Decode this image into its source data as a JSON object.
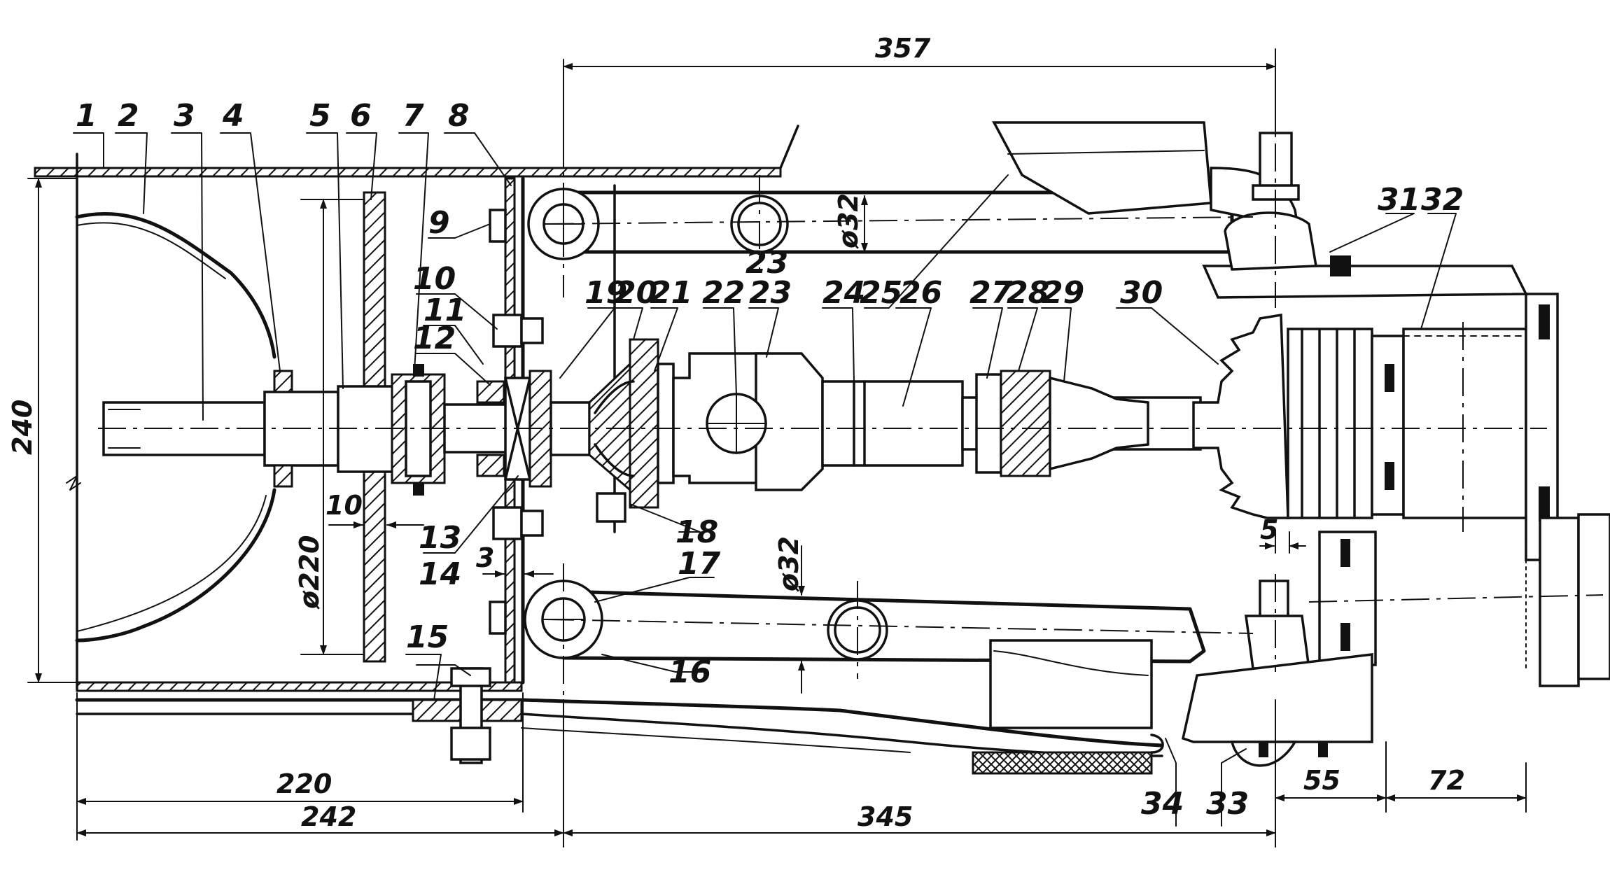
{
  "part_numbers": [
    "1",
    "2",
    "3",
    "4",
    "5",
    "6",
    "7",
    "8",
    "9",
    "10",
    "11",
    "12",
    "13",
    "14",
    "15",
    "16",
    "17",
    "18",
    "19",
    "20",
    "21",
    "22",
    "23",
    "24",
    "25",
    "26",
    "27",
    "28",
    "29",
    "30",
    "31",
    "32",
    "33",
    "34",
    "23"
  ],
  "dimensions": {
    "d357": "357",
    "d240": "240",
    "d220dia": "ø220",
    "d10": "10",
    "d3": "3",
    "d32dia_top": "ø32",
    "d32dia_bottom": "ø32",
    "d5": "5",
    "d220": "220",
    "d242": "242",
    "d345": "345",
    "d55": "55",
    "d72": "72"
  }
}
